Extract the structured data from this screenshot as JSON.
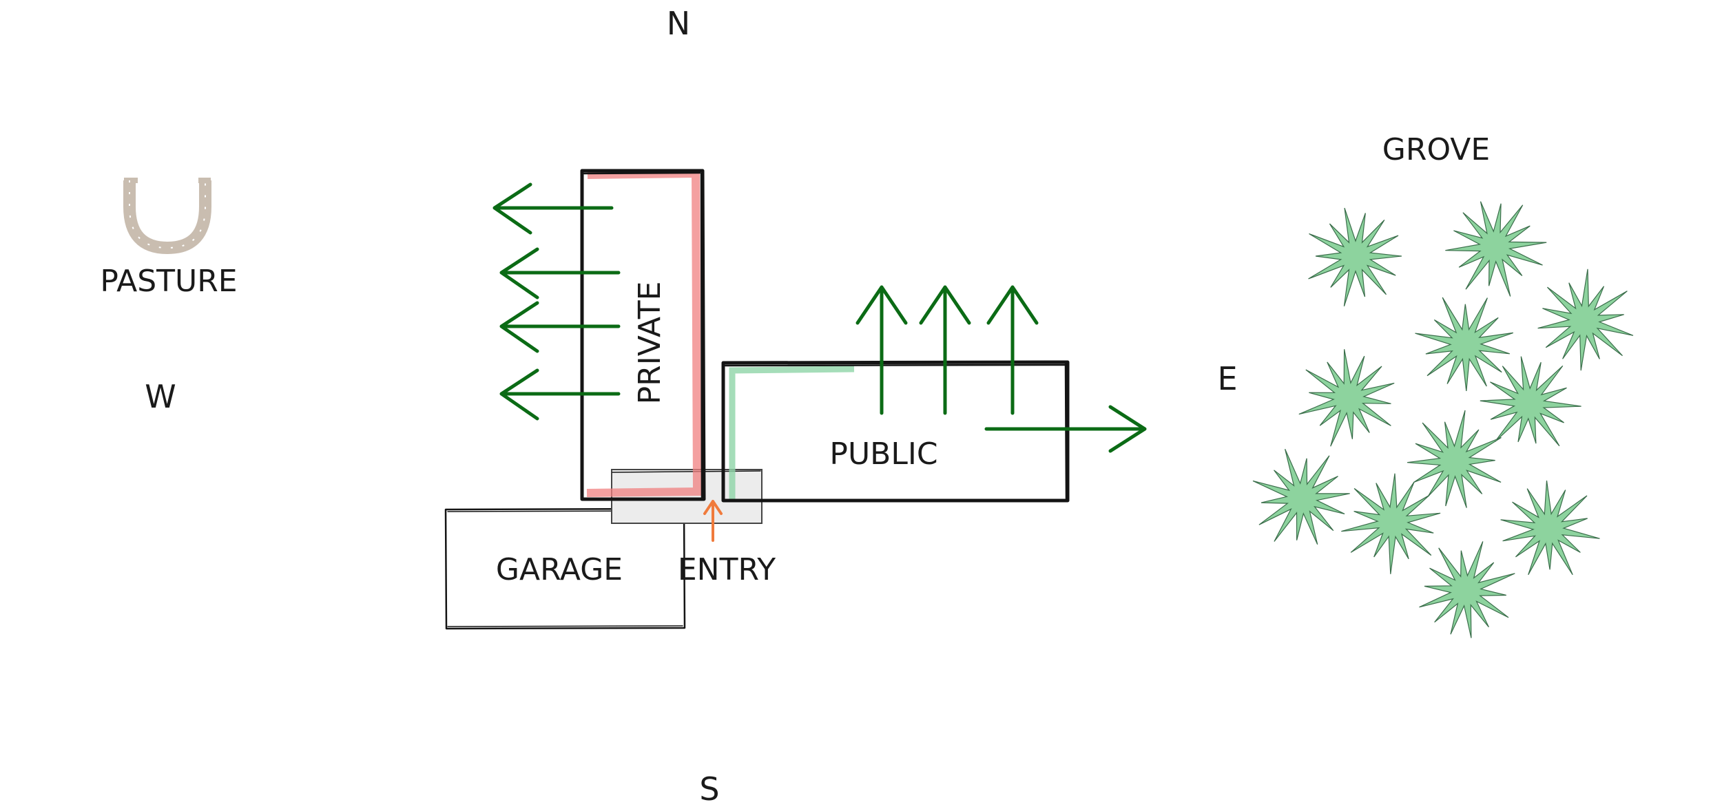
{
  "compass": {
    "north": "N",
    "south": "S",
    "east": "E",
    "west": "W"
  },
  "labels": {
    "pasture": "PASTURE",
    "grove": "GROVE",
    "private": "PRIVATE",
    "public": "PUBLIC",
    "garage": "GARAGE",
    "entry": "ENTRY"
  },
  "colors": {
    "view_arrow": "#0b6b15",
    "entry_arrow": "#f07b3c",
    "private_highlight": "#f08080",
    "public_highlight": "#8fd4a8",
    "tree_fill": "#8dd39e",
    "tree_stroke": "#3a6d4a",
    "horseshoe": "#c9bdb0",
    "line": "#141414"
  },
  "icons": {
    "pasture": "horseshoe-icon",
    "grove": "tree-icon"
  }
}
